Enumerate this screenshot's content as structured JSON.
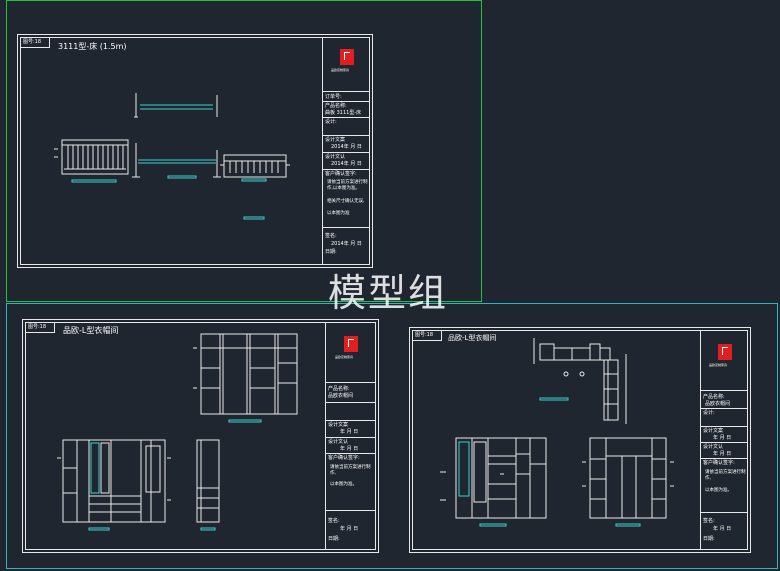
{
  "watermark": "模型组",
  "colors": {
    "background": "#1f2630",
    "frame_green": "#22c03a",
    "frame_cyan": "#2ab5c8",
    "line": "#e8e8e8",
    "accent": "#3fd1d1",
    "logo": "#e02020"
  },
  "sheets": [
    {
      "label": "图号:18",
      "title": "3111型-床 (1.5m)",
      "block": {
        "order_no": "订单号:",
        "product_name": "产品名称:",
        "product_value": "曲板 3111型-床",
        "design": "设计:",
        "design_date_label": "设计文案",
        "design_date": "2014年 月 日",
        "proof_label": "设计文认",
        "proof_date": "2014年 月 日",
        "confirm": "客户确认签字:",
        "notes": [
          "请依当前方案进行制作,以本图为准。",
          "相关尺寸确认无误,",
          "以本图为准"
        ],
        "signature": "签名:",
        "sign_date": "2014年 月 日",
        "date_label": "日期:"
      }
    },
    {
      "label": "图号:18",
      "title": "品欧-L型衣帽间",
      "block": {
        "product_name": "产品名称:",
        "product_value": "品欧衣帽间",
        "design": "设计文案",
        "design_date": "年 月 日",
        "proof_label": "设计文认",
        "proof_date": "年 月 日",
        "confirm": "客户确认签字:",
        "notes": [
          "请依当前方案进行制作,",
          "以本图为准。"
        ],
        "signature": "签名:",
        "sign_date": "年 月 日",
        "date_label": "日期:"
      }
    },
    {
      "label": "图号:18",
      "title": "品欧-L型衣帽间",
      "block": {
        "product_name": "产品名称:",
        "product_value": "品欧衣帽间",
        "design": "设计:",
        "design_date_label": "设计文案",
        "design_date": "年 月 日",
        "proof_label": "设计文认",
        "proof_date": "年 月 日",
        "confirm": "客户确认签字:",
        "notes": [
          "请依当前方案进行制作,",
          "以本图为准。"
        ],
        "signature": "签名:",
        "sign_date": "年 月 日",
        "date_label": "日期:"
      }
    }
  ]
}
